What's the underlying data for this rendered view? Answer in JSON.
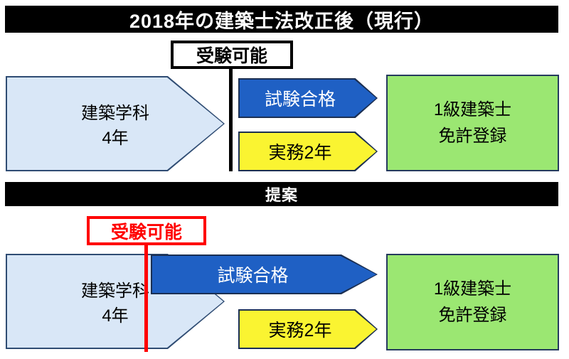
{
  "diagram": {
    "title_top": "2018年の建築士法改正後（現行）",
    "title_middle": "提案",
    "section_current": {
      "callout": "受験可能",
      "callout_color": "#000000",
      "education": {
        "line1": "建築学科",
        "line2": "4年"
      },
      "exam": "試験合格",
      "practice": "実務2年",
      "license": {
        "line1": "1級建築士",
        "line2": "免許登録"
      }
    },
    "section_proposal": {
      "callout": "受験可能",
      "callout_color": "#FF0000",
      "education": {
        "line1": "建築学科",
        "line2": "4年"
      },
      "exam": "試験合格",
      "practice": "実務2年",
      "license": {
        "line1": "1級建築士",
        "line2": "免許登録"
      }
    }
  },
  "colors": {
    "banner": "#000000",
    "light_blue": "#D9E7F7",
    "blue": "#1F60C4",
    "yellow": "#FAF431",
    "green": "#9BE772",
    "red": "#FF0000",
    "outline_navy": "#253A5E"
  }
}
